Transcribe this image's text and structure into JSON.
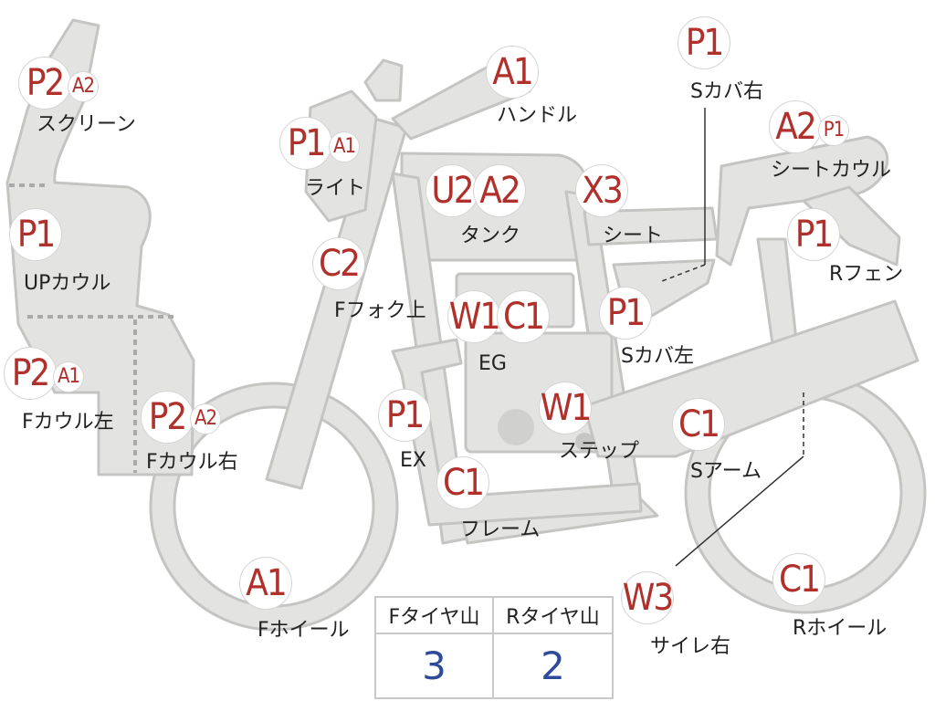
{
  "parts": [
    {
      "id": "screen",
      "label": "スクリーン",
      "badges": [
        "P2",
        "A2"
      ]
    },
    {
      "id": "up-cowl",
      "label": "UPカウル",
      "badges": [
        "P1"
      ]
    },
    {
      "id": "f-cowl-left",
      "label": "Fカウル左",
      "badges": [
        "P2",
        "A1"
      ]
    },
    {
      "id": "f-cowl-right",
      "label": "Fカウル右",
      "badges": [
        "P2",
        "A2"
      ]
    },
    {
      "id": "light",
      "label": "ライト",
      "badges": [
        "P1",
        "A1"
      ]
    },
    {
      "id": "f-fork-upper",
      "label": "Fフォク上",
      "badges": [
        "C2"
      ]
    },
    {
      "id": "handle",
      "label": "ハンドル",
      "badges": [
        "A1"
      ]
    },
    {
      "id": "tank",
      "label": "タンク",
      "badges": [
        "U2",
        "A2"
      ]
    },
    {
      "id": "seat",
      "label": "シート",
      "badges": [
        "X3"
      ]
    },
    {
      "id": "s-cover-right",
      "label": "Sカバ右",
      "badges": [
        "P1"
      ]
    },
    {
      "id": "seat-cowl",
      "label": "シートカウル",
      "badges": [
        "A2",
        "P1"
      ]
    },
    {
      "id": "r-fender",
      "label": "Rフェン",
      "badges": [
        "P1"
      ]
    },
    {
      "id": "s-cover-left",
      "label": "Sカバ左",
      "badges": [
        "P1"
      ]
    },
    {
      "id": "eg",
      "label": "EG",
      "badges": [
        "W1",
        "C1"
      ]
    },
    {
      "id": "ex",
      "label": "EX",
      "badges": [
        "P1"
      ]
    },
    {
      "id": "step",
      "label": "ステップ",
      "badges": [
        "W1"
      ]
    },
    {
      "id": "s-arm",
      "label": "Sアーム",
      "badges": [
        "C1"
      ]
    },
    {
      "id": "frame",
      "label": "フレーム",
      "badges": [
        "C1"
      ]
    },
    {
      "id": "f-wheel",
      "label": "Fホイール",
      "badges": [
        "A1"
      ]
    },
    {
      "id": "sidestand-right",
      "label": "サイレ右",
      "badges": [
        "W3"
      ]
    },
    {
      "id": "r-wheel",
      "label": "Rホイール",
      "badges": [
        "C1"
      ]
    }
  ],
  "tire_table": {
    "headers": [
      "Fタイヤ山",
      "Rタイヤ山"
    ],
    "values": [
      "3",
      "2"
    ]
  },
  "colors": {
    "badge_text": "#b0302b",
    "shape_fill": "#e3e3e1",
    "value_text": "#2e4b9b"
  }
}
